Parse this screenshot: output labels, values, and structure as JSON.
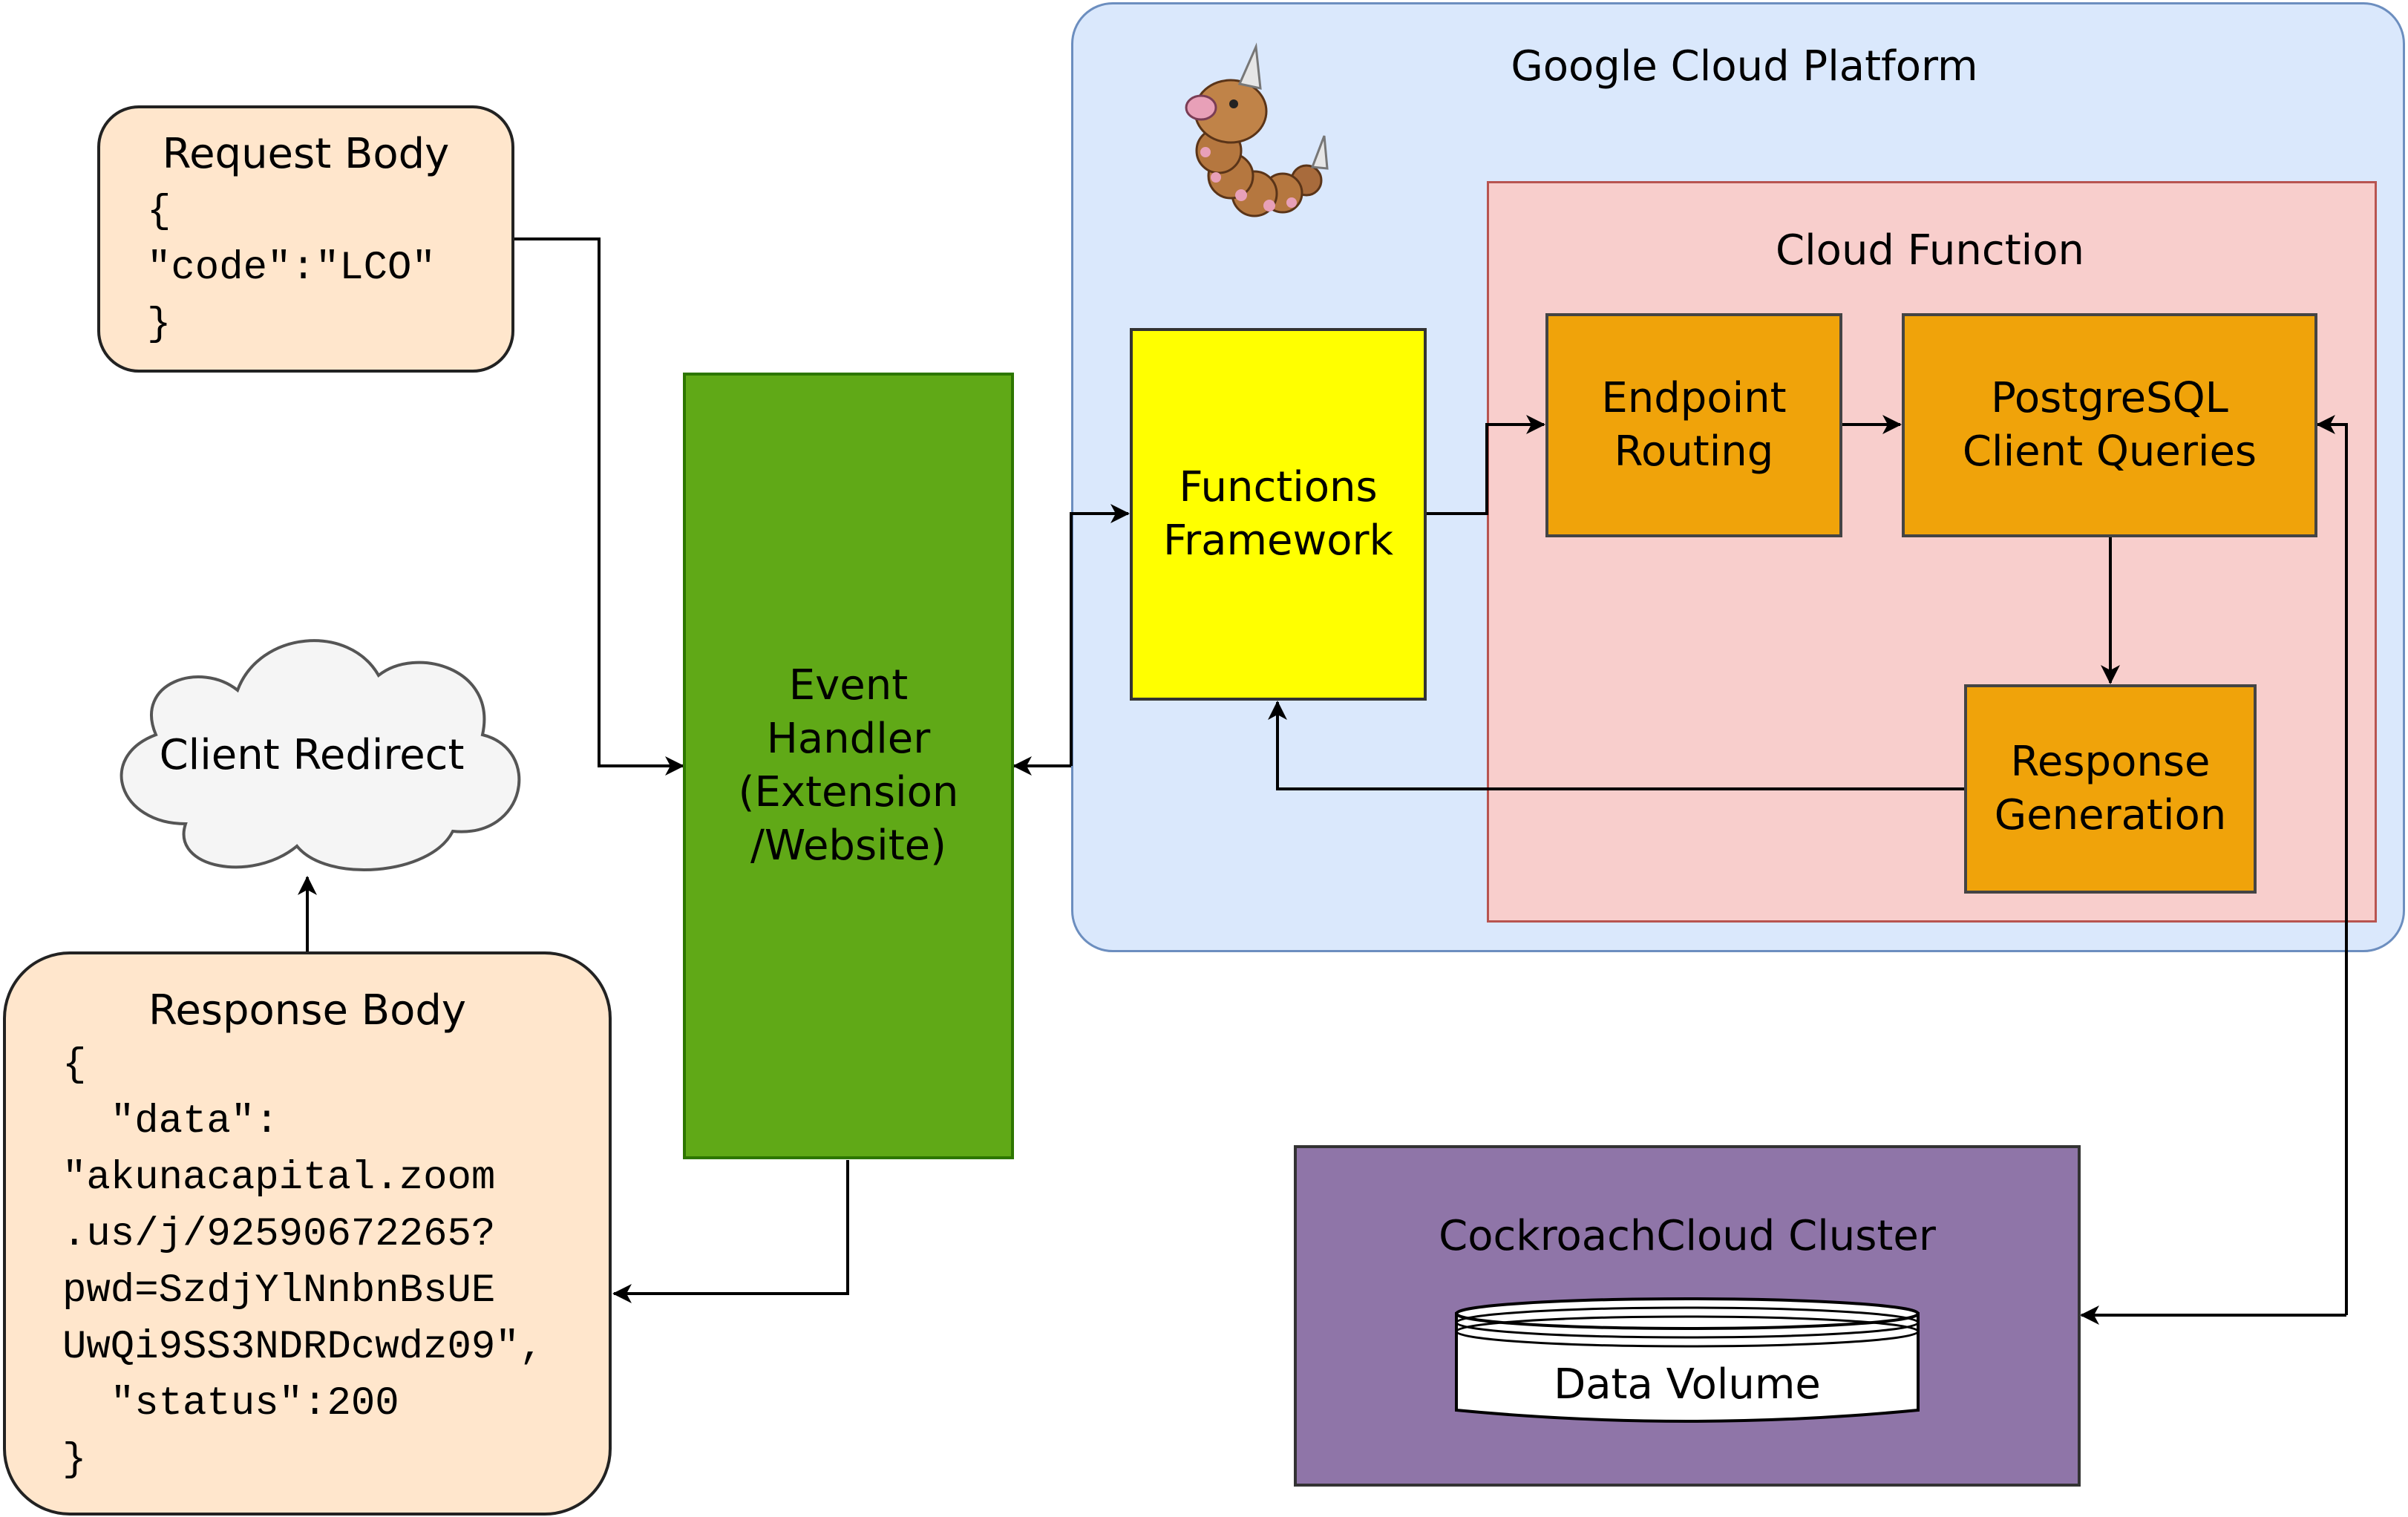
{
  "gcp": {
    "title": "Google Cloud Platform"
  },
  "cloud_function": {
    "title": "Cloud Function"
  },
  "nodes": {
    "request_body": {
      "title": "Request Body",
      "lines": [
        "{",
        "\"code\":\"LCO\"",
        "}"
      ]
    },
    "client_redirect": {
      "label": "Client Redirect"
    },
    "response_body": {
      "title": "Response Body",
      "lines": [
        "{",
        "  \"data\":",
        "\"akunacapital.zoom",
        ".us/j/92590672265?",
        "pwd=SzdjYlNnbnBsUE",
        "UwQi9SS3NDRDcwdz09\",",
        "  \"status\":200",
        "}"
      ]
    },
    "event_handler": {
      "lines": [
        "Event",
        "Handler",
        "(Extension",
        "/Website)"
      ]
    },
    "functions_framework": {
      "lines": [
        "Functions",
        "Framework"
      ]
    },
    "endpoint_routing": {
      "lines": [
        "Endpoint",
        "Routing"
      ]
    },
    "postgres_queries": {
      "lines": [
        "PostgreSQL",
        "Client Queries"
      ]
    },
    "response_generation": {
      "lines": [
        "Response",
        "Generation"
      ]
    },
    "cockroach_cluster": {
      "title": "CockroachCloud Cluster"
    },
    "data_volume": {
      "label": "Data Volume"
    }
  },
  "colors": {
    "gcp_fill": "#dae8fc",
    "gcp_stroke": "#6c8ebf",
    "cf_fill": "#f8cecc",
    "cf_stroke": "#b85450",
    "orange_fill": "#f0a30a",
    "orange_stroke": "#444444",
    "yellow_fill": "#ffff00",
    "green_fill": "#60a917",
    "green_stroke": "#2d7600",
    "peach_fill": "#ffe6cc",
    "purple_fill": "#8f75a8",
    "cloud_fill": "#f5f5f5"
  },
  "mascot": {
    "icon": "caterpillar-icon"
  }
}
